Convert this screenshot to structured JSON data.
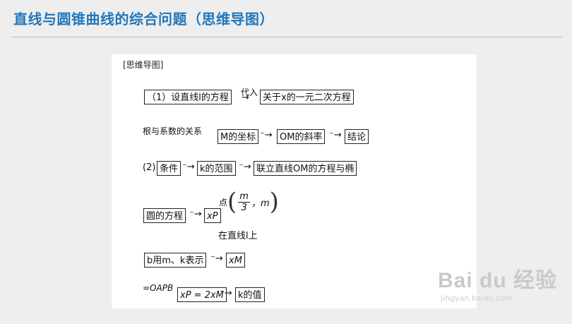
{
  "header": {
    "title": "直线与圆锥曲线的综合问题（思维导图）"
  },
  "card": {
    "label": "[思维导图]",
    "row1": {
      "box1": "（1）设直线l的方程",
      "edge": "代入",
      "box2": "关于x的一元二次方程"
    },
    "row2": {
      "lead": "根与系数的关系",
      "box1": "M的坐标",
      "box2": "OM的斜率",
      "box3": "结论"
    },
    "row3": {
      "lead": "(2)",
      "box1": "条件",
      "box2": "k的范围",
      "box3": "联立直线OM的方程与椭"
    },
    "row4": {
      "box1": "圆的方程",
      "box2": "xP",
      "mid": "点",
      "frac_num": "m",
      "frac_den": "3",
      "after": "，m",
      "below": "在直线l上"
    },
    "row5": {
      "box1": "b用m、k表示",
      "box2": "xM"
    },
    "row6": {
      "lead": "=OAPB",
      "box1": "xP = 2xM",
      "box2": "k的值"
    },
    "arrow": "→",
    "arrow_tick": "⁻→"
  },
  "watermark": {
    "main": "Bai du 经验",
    "sub": "jingyan.baidu.com"
  }
}
